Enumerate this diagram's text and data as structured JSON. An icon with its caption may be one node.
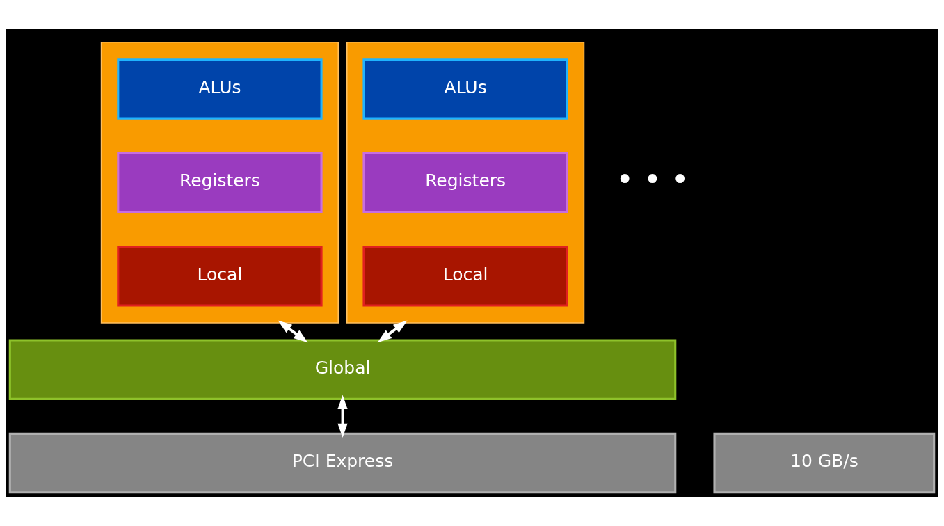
{
  "diagram": {
    "nodes": [
      {
        "text": [],
        "shape": "box"
      },
      {
        "text": [
          "ALUs"
        ],
        "in": 0
      },
      {
        "text": [
          "Registers"
        ],
        "in": 0
      },
      {
        "text": [
          "Local"
        ],
        "in": 0
      },
      {
        "text": [],
        "shape": "box"
      },
      {
        "text": [
          "ALUs"
        ],
        "in": 4
      },
      {
        "text": [
          "Registers"
        ],
        "in": 4
      },
      {
        "text": [
          "Local"
        ],
        "in": 4
      },
      {
        "text": [
          "Global"
        ]
      },
      {
        "text": [
          "PCI Express"
        ]
      },
      {
        "text": [
          "10 GB/s"
        ]
      }
    ],
    "edges": [
      {
        "from": 0,
        "to": 8,
        "arrow": "both"
      },
      {
        "from": 4,
        "to": 8,
        "arrow": "both"
      },
      {
        "from": 8,
        "to": 9,
        "arrow": "both"
      }
    ],
    "labels": [
      "• • •"
    ]
  }
}
